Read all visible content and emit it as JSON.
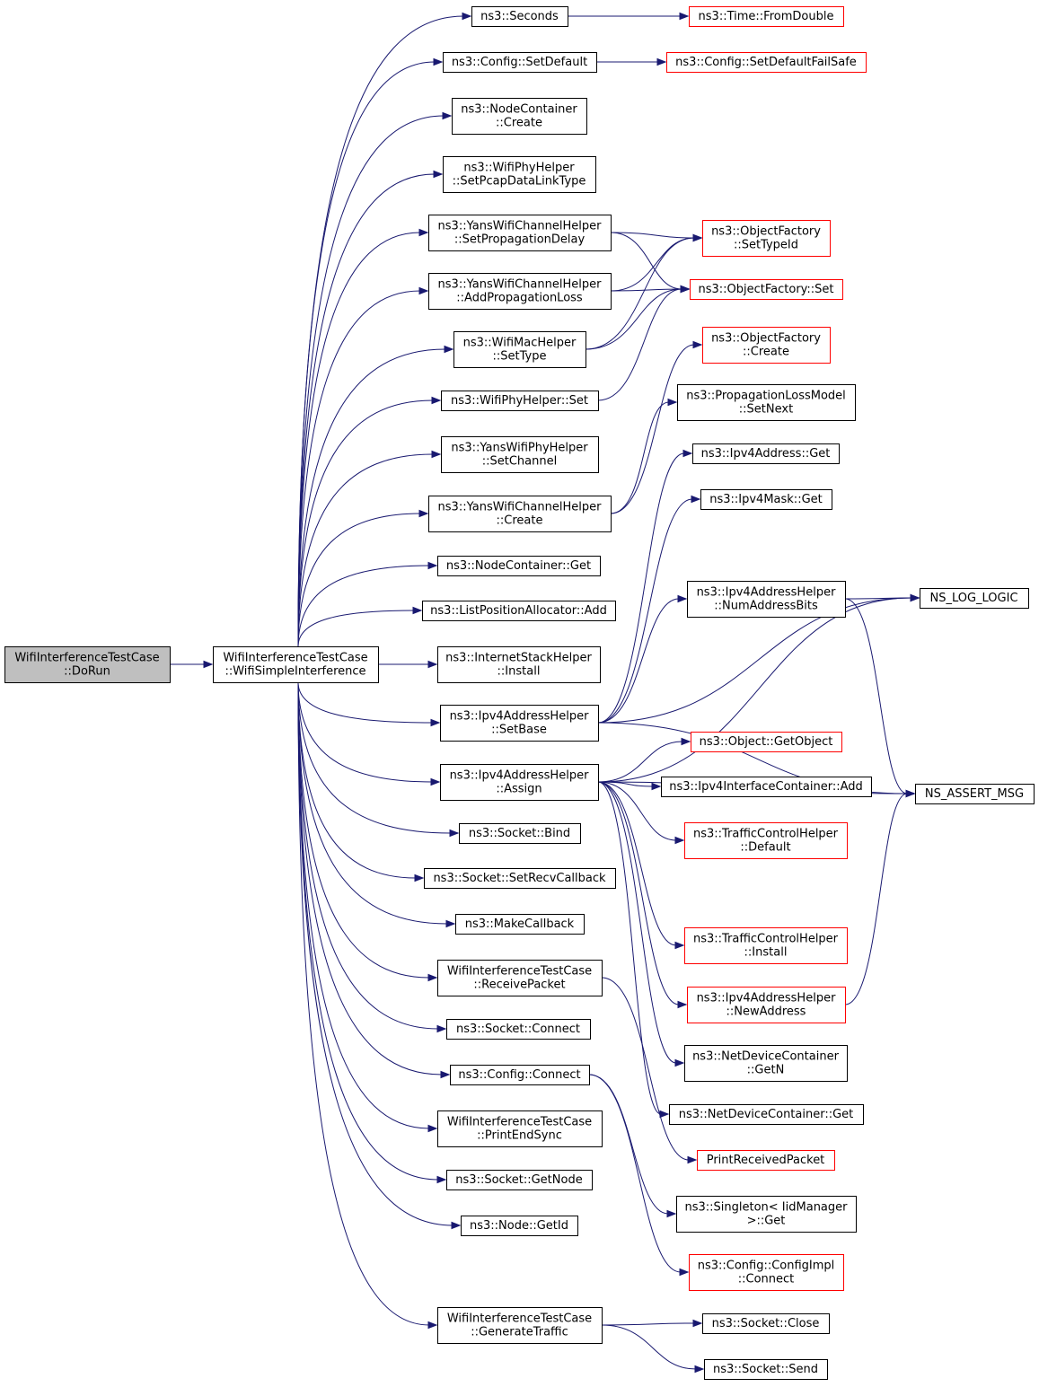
{
  "colors": {
    "node_border": "#000000",
    "node_border_external": "#ff0000",
    "root_fill": "#bfbfbf",
    "node_fill": "#ffffff",
    "edge": "#191970"
  },
  "nodes": [
    {
      "id": "doRun",
      "lines": [
        "WifiInterferenceTestCase",
        "::DoRun"
      ],
      "kind": "root"
    },
    {
      "id": "wsi",
      "lines": [
        "WifiInterferenceTestCase",
        "::WifiSimpleInterference"
      ],
      "kind": "normal"
    },
    {
      "id": "seconds",
      "lines": [
        "ns3::Seconds"
      ],
      "kind": "normal"
    },
    {
      "id": "fromDouble",
      "lines": [
        "ns3::Time::FromDouble"
      ],
      "kind": "external"
    },
    {
      "id": "cfgSetDefault",
      "lines": [
        "ns3::Config::SetDefault"
      ],
      "kind": "normal"
    },
    {
      "id": "cfgSetDefaultFS",
      "lines": [
        "ns3::Config::SetDefaultFailSafe"
      ],
      "kind": "external"
    },
    {
      "id": "ncCreate",
      "lines": [
        "ns3::NodeContainer",
        "::Create"
      ],
      "kind": "normal"
    },
    {
      "id": "setPcap",
      "lines": [
        "ns3::WifiPhyHelper",
        "::SetPcapDataLinkType"
      ],
      "kind": "normal"
    },
    {
      "id": "setPropDelay",
      "lines": [
        "ns3::YansWifiChannelHelper",
        "::SetPropagationDelay"
      ],
      "kind": "normal"
    },
    {
      "id": "ofSetTypeId",
      "lines": [
        "ns3::ObjectFactory",
        "::SetTypeId"
      ],
      "kind": "external"
    },
    {
      "id": "addPropLoss",
      "lines": [
        "ns3::YansWifiChannelHelper",
        "::AddPropagationLoss"
      ],
      "kind": "normal"
    },
    {
      "id": "ofSet",
      "lines": [
        "ns3::ObjectFactory::Set"
      ],
      "kind": "external"
    },
    {
      "id": "macSetType",
      "lines": [
        "ns3::WifiMacHelper",
        "::SetType"
      ],
      "kind": "normal"
    },
    {
      "id": "ofCreate",
      "lines": [
        "ns3::ObjectFactory",
        "::Create"
      ],
      "kind": "external"
    },
    {
      "id": "phySet",
      "lines": [
        "ns3::WifiPhyHelper::Set"
      ],
      "kind": "normal"
    },
    {
      "id": "plmSetNext",
      "lines": [
        "ns3::PropagationLossModel",
        "::SetNext"
      ],
      "kind": "normal"
    },
    {
      "id": "yansSetChannel",
      "lines": [
        "ns3::YansWifiPhyHelper",
        "::SetChannel"
      ],
      "kind": "normal"
    },
    {
      "id": "ipv4AddrGet",
      "lines": [
        "ns3::Ipv4Address::Get"
      ],
      "kind": "normal"
    },
    {
      "id": "yansChCreate",
      "lines": [
        "ns3::YansWifiChannelHelper",
        "::Create"
      ],
      "kind": "normal"
    },
    {
      "id": "ipv4MaskGet",
      "lines": [
        "ns3::Ipv4Mask::Get"
      ],
      "kind": "normal"
    },
    {
      "id": "ncGet",
      "lines": [
        "ns3::NodeContainer::Get"
      ],
      "kind": "normal"
    },
    {
      "id": "numAddrBits",
      "lines": [
        "ns3::Ipv4AddressHelper",
        "::NumAddressBits"
      ],
      "kind": "normal"
    },
    {
      "id": "nsLogLogic",
      "lines": [
        "NS_LOG_LOGIC"
      ],
      "kind": "normal"
    },
    {
      "id": "lpaAdd",
      "lines": [
        "ns3::ListPositionAllocator::Add"
      ],
      "kind": "normal"
    },
    {
      "id": "ishInstall",
      "lines": [
        "ns3::InternetStackHelper",
        "::Install"
      ],
      "kind": "normal"
    },
    {
      "id": "setBase",
      "lines": [
        "ns3::Ipv4AddressHelper",
        "::SetBase"
      ],
      "kind": "normal"
    },
    {
      "id": "getObject",
      "lines": [
        "ns3::Object::GetObject"
      ],
      "kind": "external"
    },
    {
      "id": "assign",
      "lines": [
        "ns3::Ipv4AddressHelper",
        "::Assign"
      ],
      "kind": "normal"
    },
    {
      "id": "iicAdd",
      "lines": [
        "ns3::Ipv4InterfaceContainer::Add"
      ],
      "kind": "normal"
    },
    {
      "id": "nsAssertMsg",
      "lines": [
        "NS_ASSERT_MSG"
      ],
      "kind": "normal"
    },
    {
      "id": "tchDefault",
      "lines": [
        "ns3::TrafficControlHelper",
        "::Default"
      ],
      "kind": "external"
    },
    {
      "id": "sockBind",
      "lines": [
        "ns3::Socket::Bind"
      ],
      "kind": "normal"
    },
    {
      "id": "sockSetRecv",
      "lines": [
        "ns3::Socket::SetRecvCallback"
      ],
      "kind": "normal"
    },
    {
      "id": "makeCallback",
      "lines": [
        "ns3::MakeCallback"
      ],
      "kind": "normal"
    },
    {
      "id": "tchInstall",
      "lines": [
        "ns3::TrafficControlHelper",
        "::Install"
      ],
      "kind": "external"
    },
    {
      "id": "receivePacket",
      "lines": [
        "WifiInterferenceTestCase",
        "::ReceivePacket"
      ],
      "kind": "normal"
    },
    {
      "id": "newAddress",
      "lines": [
        "ns3::Ipv4AddressHelper",
        "::NewAddress"
      ],
      "kind": "external"
    },
    {
      "id": "sockConnect",
      "lines": [
        "ns3::Socket::Connect"
      ],
      "kind": "normal"
    },
    {
      "id": "ndcGetN",
      "lines": [
        "ns3::NetDeviceContainer",
        "::GetN"
      ],
      "kind": "normal"
    },
    {
      "id": "cfgConnect",
      "lines": [
        "ns3::Config::Connect"
      ],
      "kind": "normal"
    },
    {
      "id": "ndcGet",
      "lines": [
        "ns3::NetDeviceContainer::Get"
      ],
      "kind": "normal"
    },
    {
      "id": "printEndSync",
      "lines": [
        "WifiInterferenceTestCase",
        "::PrintEndSync"
      ],
      "kind": "normal"
    },
    {
      "id": "printReceived",
      "lines": [
        "PrintReceivedPacket"
      ],
      "kind": "external"
    },
    {
      "id": "sockGetNode",
      "lines": [
        "ns3::Socket::GetNode"
      ],
      "kind": "normal"
    },
    {
      "id": "singletonGet",
      "lines": [
        "ns3::Singleton< IidManager",
        ">::Get"
      ],
      "kind": "normal"
    },
    {
      "id": "nodeGetId",
      "lines": [
        "ns3::Node::GetId"
      ],
      "kind": "normal"
    },
    {
      "id": "cfgImplConnect",
      "lines": [
        "ns3::Config::ConfigImpl",
        "::Connect"
      ],
      "kind": "external"
    },
    {
      "id": "genTraffic",
      "lines": [
        "WifiInterferenceTestCase",
        "::GenerateTraffic"
      ],
      "kind": "normal"
    },
    {
      "id": "sockClose",
      "lines": [
        "ns3::Socket::Close"
      ],
      "kind": "normal"
    },
    {
      "id": "sockSend",
      "lines": [
        "ns3::Socket::Send"
      ],
      "kind": "normal"
    }
  ],
  "edges": [
    [
      "doRun",
      "wsi"
    ],
    [
      "wsi",
      "seconds"
    ],
    [
      "wsi",
      "cfgSetDefault"
    ],
    [
      "wsi",
      "ncCreate"
    ],
    [
      "wsi",
      "setPcap"
    ],
    [
      "wsi",
      "setPropDelay"
    ],
    [
      "wsi",
      "addPropLoss"
    ],
    [
      "wsi",
      "macSetType"
    ],
    [
      "wsi",
      "phySet"
    ],
    [
      "wsi",
      "yansSetChannel"
    ],
    [
      "wsi",
      "yansChCreate"
    ],
    [
      "wsi",
      "ncGet"
    ],
    [
      "wsi",
      "lpaAdd"
    ],
    [
      "wsi",
      "ishInstall"
    ],
    [
      "wsi",
      "setBase"
    ],
    [
      "wsi",
      "assign"
    ],
    [
      "wsi",
      "sockBind"
    ],
    [
      "wsi",
      "sockSetRecv"
    ],
    [
      "wsi",
      "makeCallback"
    ],
    [
      "wsi",
      "receivePacket"
    ],
    [
      "wsi",
      "sockConnect"
    ],
    [
      "wsi",
      "cfgConnect"
    ],
    [
      "wsi",
      "printEndSync"
    ],
    [
      "wsi",
      "sockGetNode"
    ],
    [
      "wsi",
      "nodeGetId"
    ],
    [
      "wsi",
      "genTraffic"
    ],
    [
      "seconds",
      "fromDouble"
    ],
    [
      "cfgSetDefault",
      "cfgSetDefaultFS"
    ],
    [
      "setPropDelay",
      "ofSetTypeId"
    ],
    [
      "setPropDelay",
      "ofSet"
    ],
    [
      "addPropLoss",
      "ofSetTypeId"
    ],
    [
      "addPropLoss",
      "ofSet"
    ],
    [
      "macSetType",
      "ofSetTypeId"
    ],
    [
      "macSetType",
      "ofSet"
    ],
    [
      "phySet",
      "ofSet"
    ],
    [
      "yansChCreate",
      "ofCreate"
    ],
    [
      "yansChCreate",
      "plmSetNext"
    ],
    [
      "setBase",
      "ipv4AddrGet"
    ],
    [
      "setBase",
      "ipv4MaskGet"
    ],
    [
      "setBase",
      "numAddrBits"
    ],
    [
      "setBase",
      "nsLogLogic"
    ],
    [
      "setBase",
      "nsAssertMsg"
    ],
    [
      "numAddrBits",
      "nsLogLogic"
    ],
    [
      "numAddrBits",
      "nsAssertMsg"
    ],
    [
      "assign",
      "nsLogLogic"
    ],
    [
      "assign",
      "getObject"
    ],
    [
      "assign",
      "iicAdd"
    ],
    [
      "assign",
      "tchDefault"
    ],
    [
      "assign",
      "nsAssertMsg"
    ],
    [
      "assign",
      "tchInstall"
    ],
    [
      "assign",
      "newAddress"
    ],
    [
      "assign",
      "ndcGetN"
    ],
    [
      "assign",
      "ndcGet"
    ],
    [
      "newAddress",
      "nsAssertMsg"
    ],
    [
      "receivePacket",
      "printReceived"
    ],
    [
      "cfgConnect",
      "singletonGet"
    ],
    [
      "cfgConnect",
      "cfgImplConnect"
    ],
    [
      "genTraffic",
      "sockClose"
    ],
    [
      "genTraffic",
      "sockSend"
    ]
  ]
}
